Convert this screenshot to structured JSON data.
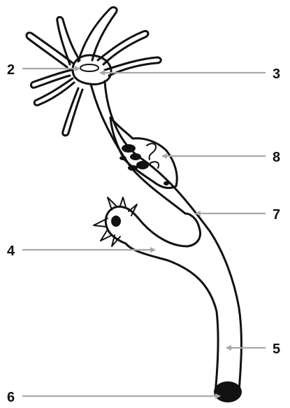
{
  "labels": {
    "l2": "2",
    "l3": "3",
    "l4": "4",
    "l5": "5",
    "l6": "6",
    "l7": "7",
    "l8": "8"
  },
  "colors": {
    "ink": "#111111",
    "leader": "#a8a8a8",
    "background": "#ffffff"
  }
}
